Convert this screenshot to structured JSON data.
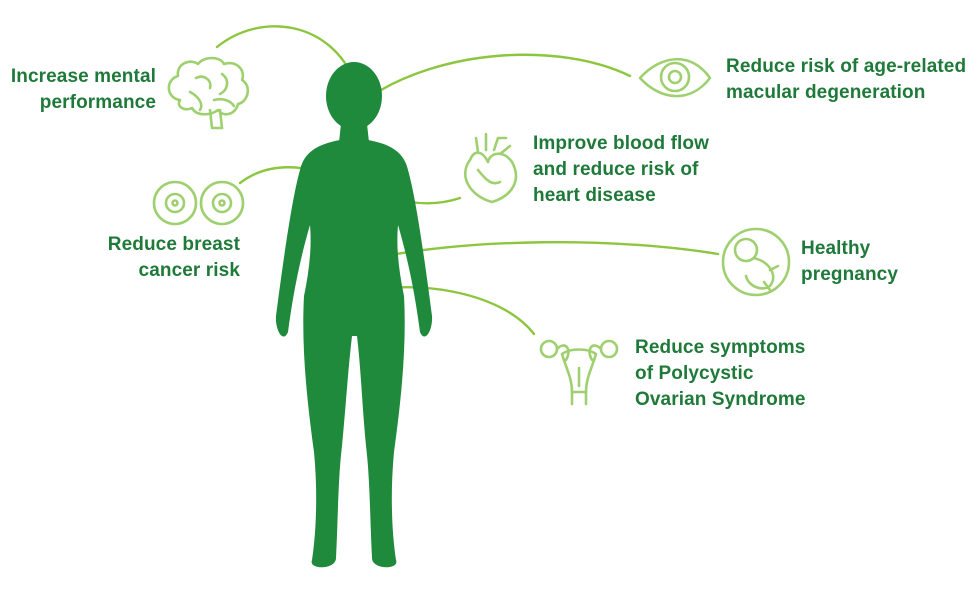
{
  "colors": {
    "figure": "#1f8a3c",
    "text": "#1f7a3a",
    "icon_stroke": "#9fd070",
    "connector": "#8cc63f"
  },
  "benefits": [
    {
      "id": "mental",
      "icon": "brain-icon",
      "lines": [
        "Increase mental",
        "performance"
      ]
    },
    {
      "id": "eye",
      "icon": "eye-icon",
      "lines": [
        "Reduce risk of age-related",
        "macular degeneration"
      ]
    },
    {
      "id": "heart",
      "icon": "heart-icon",
      "lines": [
        "Improve blood flow",
        "and reduce risk of",
        "heart disease"
      ]
    },
    {
      "id": "breast",
      "icon": "breast-icon",
      "lines": [
        "Reduce breast",
        "cancer risk"
      ]
    },
    {
      "id": "pregnancy",
      "icon": "fetus-icon",
      "lines": [
        "Healthy",
        "pregnancy"
      ]
    },
    {
      "id": "pcos",
      "icon": "uterus-icon",
      "lines": [
        "Reduce symptoms",
        "of Polycystic",
        "Ovarian Syndrome"
      ]
    }
  ]
}
